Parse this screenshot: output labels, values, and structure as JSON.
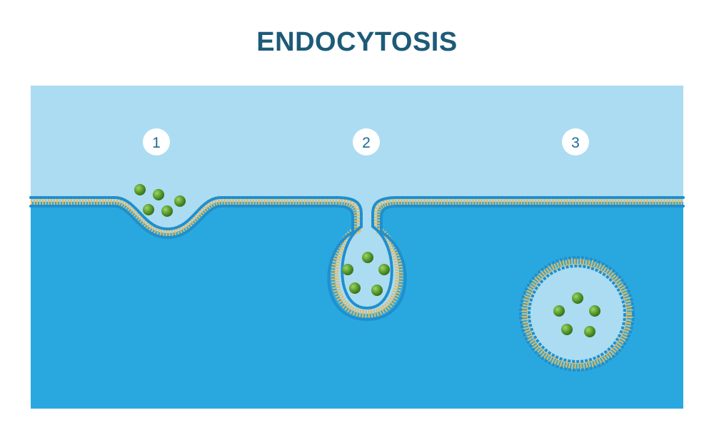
{
  "title": "ENDOCYTOSIS",
  "steps": [
    {
      "number": "1"
    },
    {
      "number": "2"
    },
    {
      "number": "3"
    }
  ],
  "colors": {
    "title": "#1d5a78",
    "outside": "#abdcf2",
    "cytoplasm": "#29a8e0",
    "membrane_heads": "#1f8fce",
    "membrane_tails": "#e8b85a",
    "particles": "#5a9d2c",
    "vesicle_interior": "#abdcf2",
    "label_circle": "#ffffff",
    "label_text": "#1a6b96"
  }
}
